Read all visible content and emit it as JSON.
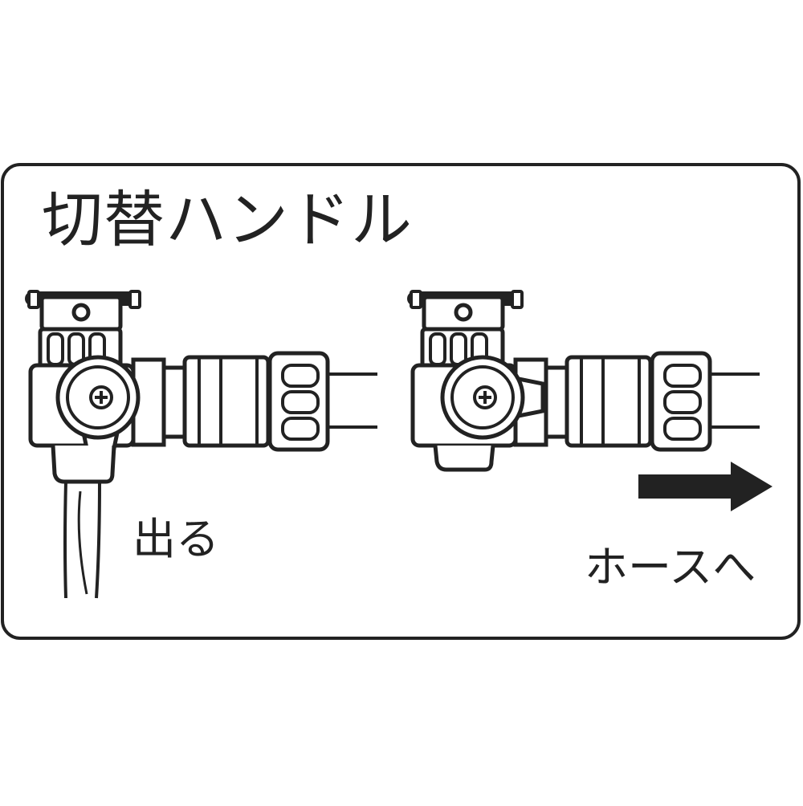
{
  "title": "切替ハンドル",
  "left_state": {
    "label": "出る"
  },
  "right_state": {
    "label": "ホースへ"
  },
  "colors": {
    "line": "#222222",
    "background": "#ffffff",
    "arrow": "#222222"
  },
  "icons": {
    "direction": "right-arrow-icon",
    "screw": "phillips-screw-icon"
  }
}
